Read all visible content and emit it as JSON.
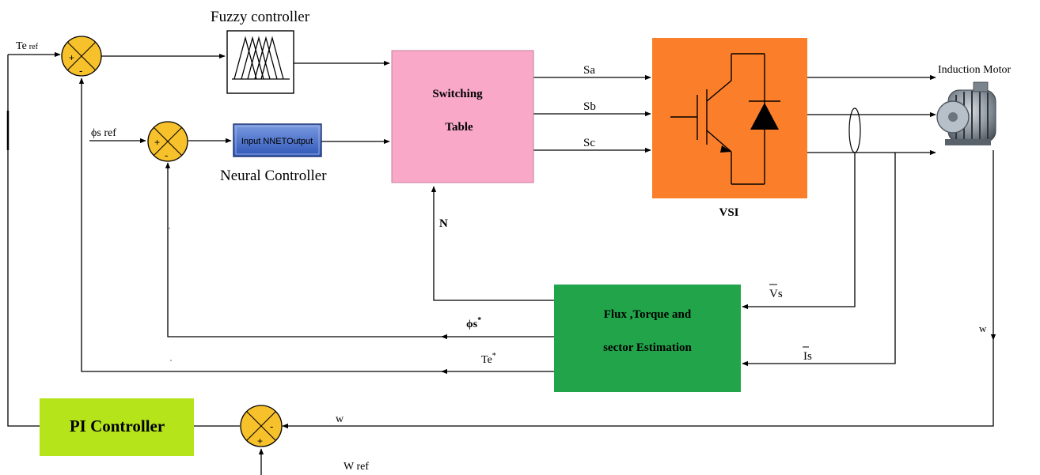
{
  "labels": {
    "fuzzy_controller": "Fuzzy controller",
    "neural_controller": "Neural Controller",
    "te_ref": "Te",
    "te_ref_sub": "ref",
    "phis_ref": "ϕs ref",
    "switching_table_line1": "Switching",
    "switching_table_line2": "Table",
    "sa": "Sa",
    "sb": "Sb",
    "sc": "Sc",
    "vsi": "VSI",
    "induction_motor": "Induction Motor",
    "n": "N",
    "vs": "Vs",
    "is": "Is",
    "w_feedback": "w",
    "w_to_pi": "w",
    "phis_star": "ϕs",
    "phis_star_sup": "*",
    "te_star": "Te",
    "te_star_sup": "*",
    "estimator_line1": "Flux ,Torque and",
    "estimator_line2": "sector Estimation",
    "pi_controller": "PI Controller",
    "w_ref": "W ref",
    "nnet_block": "Input  NNETOutput",
    "sum_plus": "+",
    "sum_minus": "-"
  },
  "colors": {
    "summer_fill": "#f7c12b",
    "switching_table": "#f9a8c8",
    "vsi": "#fb7f2a",
    "estimator": "#21a44a",
    "pi_controller": "#b6e41b",
    "nnet": "#4b73cc"
  }
}
